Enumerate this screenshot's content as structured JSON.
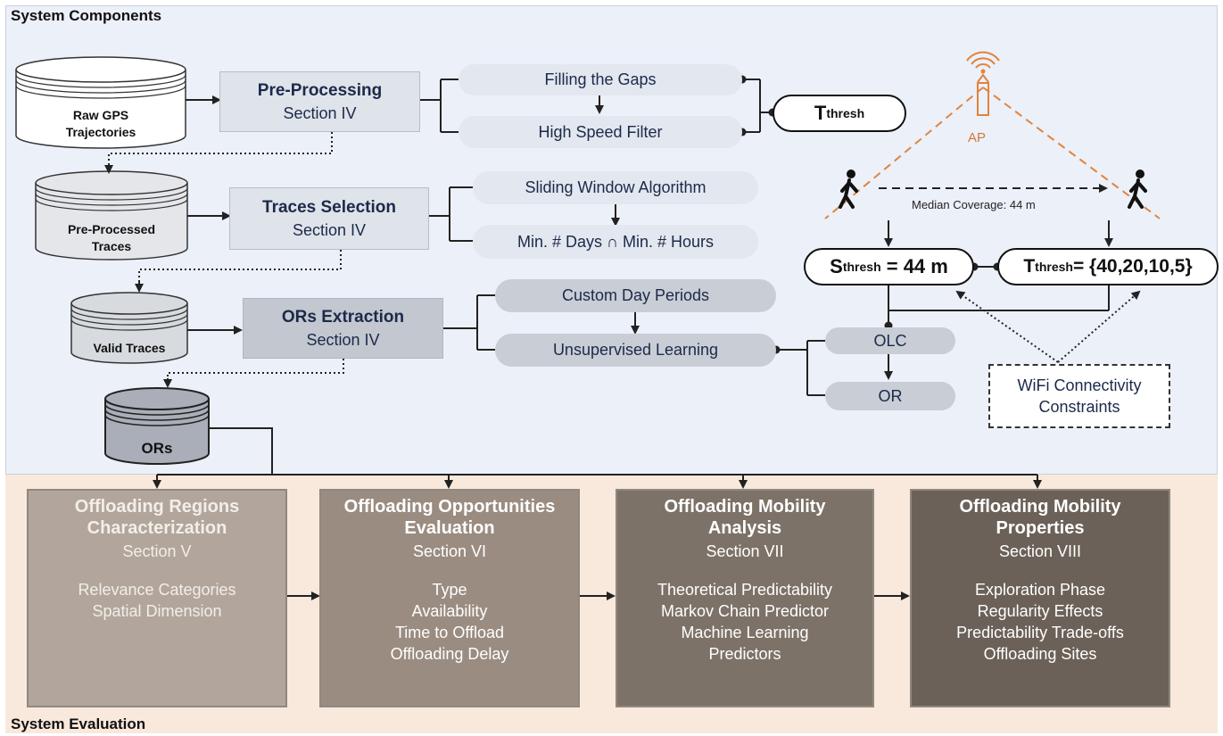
{
  "panels": {
    "top_title": "System Components",
    "bottom_title": "System Evaluation"
  },
  "databases": [
    {
      "lines": [
        "Raw GPS",
        "Trajectories"
      ]
    },
    {
      "lines": [
        "Pre-Processed",
        "Traces"
      ]
    },
    {
      "lines": [
        "Valid Traces"
      ]
    },
    {
      "lines": [
        "ORs"
      ]
    }
  ],
  "processes": [
    {
      "title": "Pre-Processing",
      "section": "Section IV"
    },
    {
      "title": "Traces Selection",
      "section": "Section IV"
    },
    {
      "title": "ORs Extraction",
      "section": "Section IV"
    }
  ],
  "steps": {
    "pre_processing": [
      "Filling the Gaps",
      "High Speed Filter"
    ],
    "traces_selection": [
      "Sliding Window Algorithm",
      "Min. # Days ∩ Min. # Hours"
    ],
    "ors_extraction": [
      "Custom Day Periods",
      "Unsupervised Learning"
    ],
    "outputs": [
      "OLC",
      "OR"
    ]
  },
  "thresholds": {
    "t_main": "T",
    "t_sub": "thresh",
    "s_main": "S",
    "s_sub": "thresh",
    "s_value": " = 44 m",
    "t2_main": "T",
    "t2_sub": "thresh",
    "t2_value": "= {40,20,10,5}"
  },
  "wifi": {
    "ap_label": "AP",
    "coverage_label": "Median Coverage: 44 m",
    "constraints_lines": [
      "WiFi Connectivity",
      "Constraints"
    ]
  },
  "evaluation": [
    {
      "title_lines": [
        "Offloading Regions",
        "Characterization"
      ],
      "section": "Section V",
      "items": [
        "Relevance Categories",
        "Spatial Dimension"
      ]
    },
    {
      "title_lines": [
        "Offloading Opportunities",
        "Evaluation"
      ],
      "section": "Section VI",
      "items": [
        "Type",
        "Availability",
        "Time to Offload",
        "Offloading Delay"
      ]
    },
    {
      "title_lines": [
        "Offloading Mobility",
        "Analysis"
      ],
      "section": "Section VII",
      "items": [
        "Theoretical Predictability",
        "Markov Chain Predictor",
        "Machine Learning",
        "Predictors"
      ]
    },
    {
      "title_lines": [
        "Offloading Mobility",
        "Properties"
      ],
      "section": "Section VIII",
      "items": [
        "Exploration Phase",
        "Regularity Effects",
        "Predictability Trade-offs",
        "Offloading Sites"
      ]
    }
  ],
  "colors": {
    "top_panel": "#ecf0f9",
    "bottom_panel": "#f9e8dc",
    "eval_boxes": [
      "#b2a69c",
      "#9a8c81",
      "#7d7268",
      "#6b6158"
    ],
    "eval_text": [
      "#f3eee9",
      "#ffffff",
      "#ffffff",
      "#ffffff"
    ],
    "coverage_line": "#e0843c"
  }
}
